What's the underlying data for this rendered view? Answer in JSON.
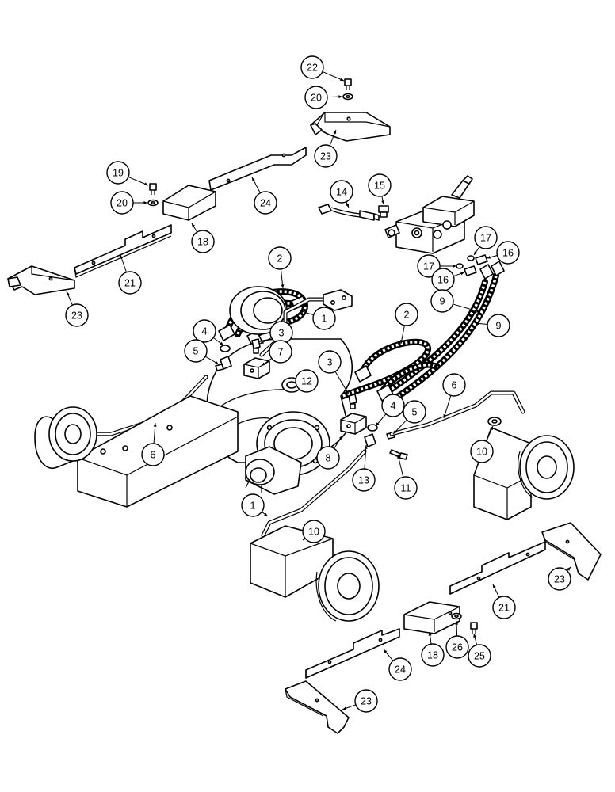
{
  "diagram": {
    "callouts": [
      {
        "id": "c22a",
        "label": "22"
      },
      {
        "id": "c20a",
        "label": "20"
      },
      {
        "id": "c23a",
        "label": "23"
      },
      {
        "id": "c19",
        "label": "19"
      },
      {
        "id": "c20b",
        "label": "20"
      },
      {
        "id": "c18a",
        "label": "18"
      },
      {
        "id": "c24a",
        "label": "24"
      },
      {
        "id": "c21a",
        "label": "21"
      },
      {
        "id": "c23b",
        "label": "23"
      },
      {
        "id": "c14",
        "label": "14"
      },
      {
        "id": "c15",
        "label": "15"
      },
      {
        "id": "c17a",
        "label": "17"
      },
      {
        "id": "c16a",
        "label": "16"
      },
      {
        "id": "c17b",
        "label": "17"
      },
      {
        "id": "c16b",
        "label": "16"
      },
      {
        "id": "c9a",
        "label": "9"
      },
      {
        "id": "c9b",
        "label": "9"
      },
      {
        "id": "c2a",
        "label": "2"
      },
      {
        "id": "c1a",
        "label": "1"
      },
      {
        "id": "c3a",
        "label": "3"
      },
      {
        "id": "c4a",
        "label": "4"
      },
      {
        "id": "c5a",
        "label": "5"
      },
      {
        "id": "c7",
        "label": "7"
      },
      {
        "id": "c12",
        "label": "12"
      },
      {
        "id": "c2b",
        "label": "2"
      },
      {
        "id": "c3b",
        "label": "3"
      },
      {
        "id": "c6a",
        "label": "6"
      },
      {
        "id": "c4b",
        "label": "4"
      },
      {
        "id": "c5b",
        "label": "5"
      },
      {
        "id": "c6b",
        "label": "6"
      },
      {
        "id": "c8",
        "label": "8"
      },
      {
        "id": "c13",
        "label": "13"
      },
      {
        "id": "c11",
        "label": "11"
      },
      {
        "id": "c10a",
        "label": "10"
      },
      {
        "id": "c1b",
        "label": "1"
      },
      {
        "id": "c10b",
        "label": "10"
      },
      {
        "id": "c23c",
        "label": "23"
      },
      {
        "id": "c21b",
        "label": "21"
      },
      {
        "id": "c18b",
        "label": "18"
      },
      {
        "id": "c26",
        "label": "26"
      },
      {
        "id": "c25",
        "label": "25"
      },
      {
        "id": "c24b",
        "label": "24"
      },
      {
        "id": "c23d",
        "label": "23"
      }
    ]
  }
}
